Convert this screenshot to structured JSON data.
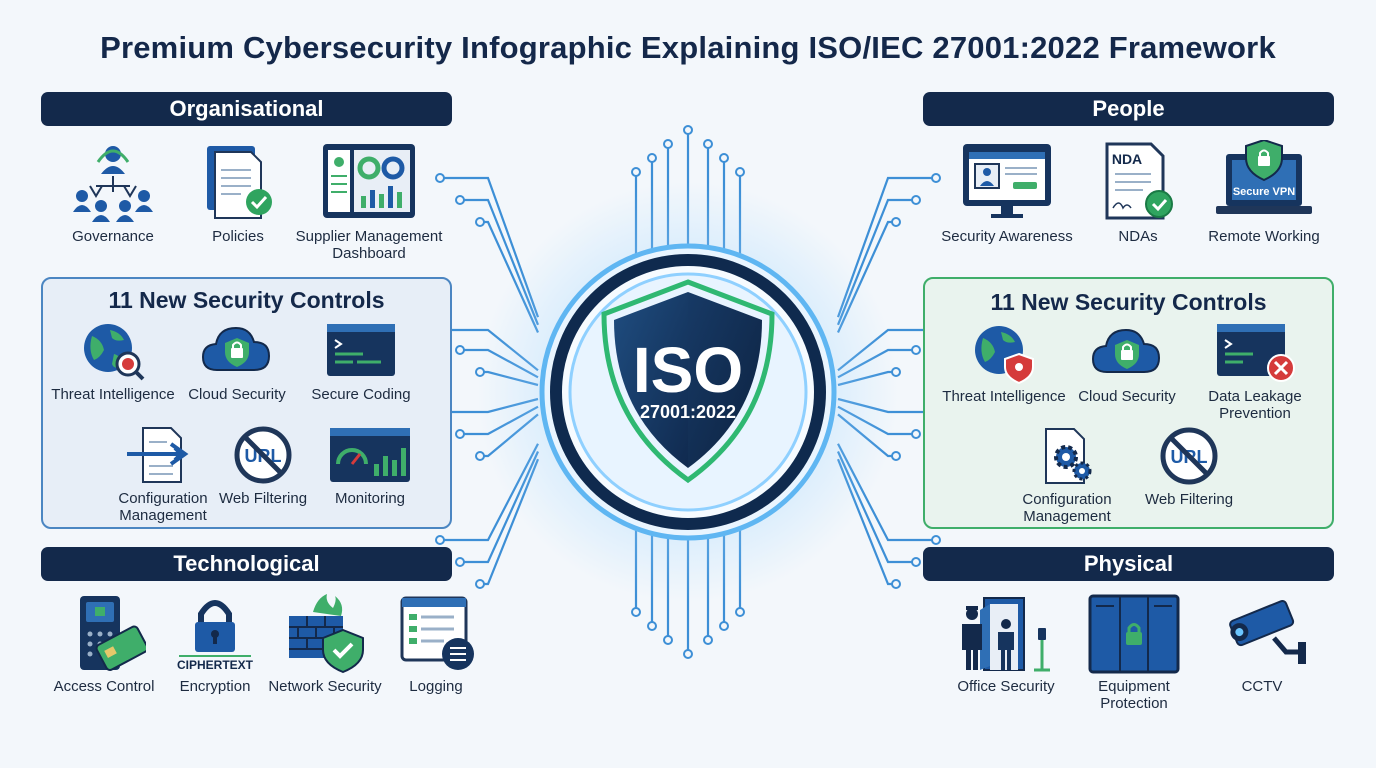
{
  "title": "Premium Cybersecurity Infographic Explaining ISO/IEC 27001:2022 Framework",
  "center": {
    "iso": "ISO",
    "standard": "27001:2022"
  },
  "organisational": {
    "header": "Organisational",
    "items": [
      {
        "label": "Governance",
        "icon": "governance-icon"
      },
      {
        "label": "Policies",
        "icon": "policy-document-icon"
      },
      {
        "label": "Supplier Management Dashboard",
        "icon": "dashboard-icon"
      }
    ]
  },
  "people": {
    "header": "People",
    "items": [
      {
        "label": "Security Awareness",
        "icon": "monitor-training-icon"
      },
      {
        "label": "NDAs",
        "icon": "nda-document-icon",
        "badge": "NDA"
      },
      {
        "label": "Remote Working",
        "icon": "laptop-vpn-icon",
        "badge": "Secure VPN"
      }
    ]
  },
  "technological": {
    "header": "Technological",
    "items": [
      {
        "label": "Access Control",
        "icon": "keypad-card-icon"
      },
      {
        "label": "Encryption",
        "icon": "padlock-icon",
        "badge": "CIPHERTEXT"
      },
      {
        "label": "Network Security",
        "icon": "firewall-shield-icon"
      },
      {
        "label": "Logging",
        "icon": "log-list-icon"
      }
    ]
  },
  "physical": {
    "header": "Physical",
    "items": [
      {
        "label": "Office Security",
        "icon": "guard-door-icon"
      },
      {
        "label": "Equipment Protection",
        "icon": "locker-icon"
      },
      {
        "label": "CCTV",
        "icon": "cctv-camera-icon"
      }
    ]
  },
  "left_controls": {
    "title": "11 New Security Controls",
    "items": [
      {
        "label": "Threat Intelligence",
        "icon": "globe-bug-icon"
      },
      {
        "label": "Cloud Security",
        "icon": "cloud-lock-icon"
      },
      {
        "label": "Secure Coding",
        "icon": "code-terminal-icon"
      },
      {
        "label": "Configuration Management",
        "icon": "config-document-icon"
      },
      {
        "label": "Web Filtering",
        "icon": "url-block-icon",
        "badge": "URL"
      },
      {
        "label": "Monitoring",
        "icon": "monitoring-gauge-icon"
      }
    ]
  },
  "right_controls": {
    "title": "11 New Security Controls",
    "items": [
      {
        "label": "Threat Intelligence",
        "icon": "globe-shield-icon"
      },
      {
        "label": "Cloud Security",
        "icon": "cloud-lock-icon"
      },
      {
        "label": "Data Leakage Prevention",
        "icon": "terminal-block-icon"
      },
      {
        "label": "Configuration Management",
        "icon": "config-gears-icon"
      },
      {
        "label": "Web Filtering",
        "icon": "url-block-icon",
        "badge": "URL"
      }
    ]
  },
  "colors": {
    "navy": "#13294b",
    "blue": "#2f6fb5",
    "green": "#3fae6a",
    "glow": "#6cc6ff"
  }
}
